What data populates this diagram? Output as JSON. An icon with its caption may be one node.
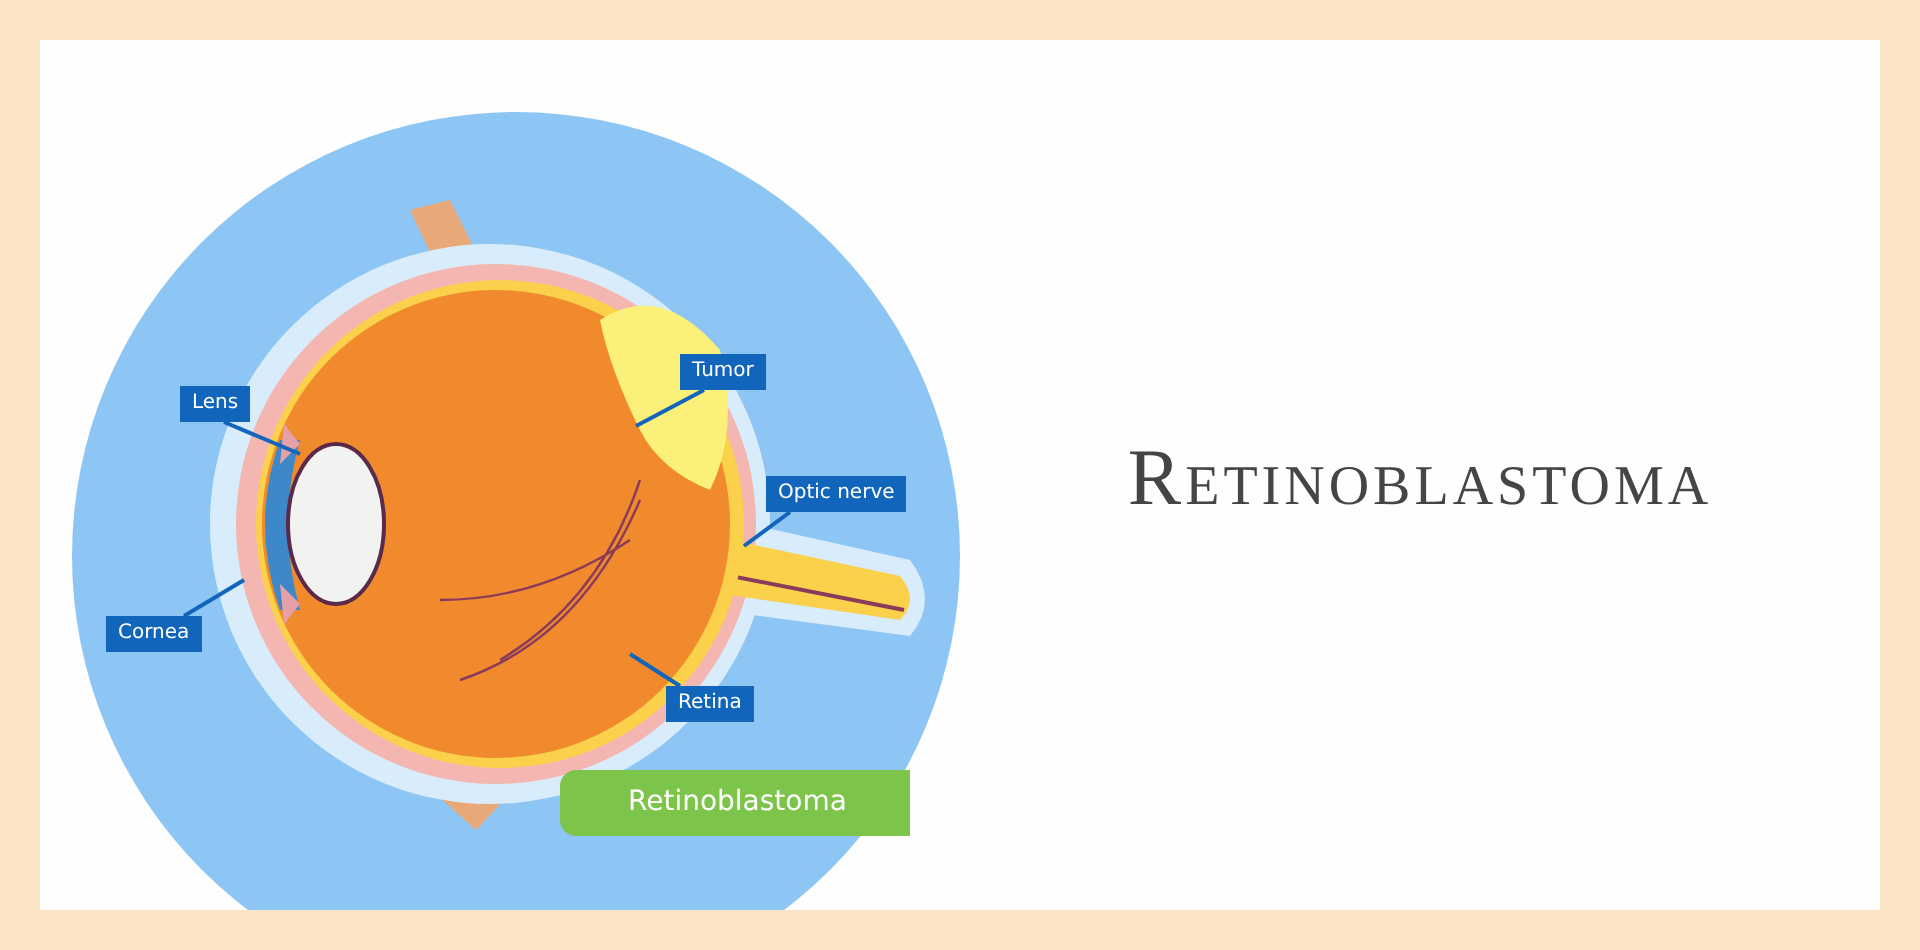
{
  "diagram": {
    "title": "Retinoblastoma",
    "nodes": [
      {
        "text": [
          "Lens"
        ]
      },
      {
        "text": [
          "Tumor"
        ]
      },
      {
        "text": [
          "Optic nerve"
        ]
      },
      {
        "text": [
          "Cornea"
        ]
      },
      {
        "text": [
          "Retina"
        ]
      },
      {
        "text": [
          "Retinoblastoma"
        ]
      }
    ],
    "edges": [
      {
        "from": 0,
        "to": null,
        "arrow": "none"
      },
      {
        "from": 1,
        "to": null,
        "arrow": "none"
      },
      {
        "from": 2,
        "to": null,
        "arrow": "none"
      },
      {
        "from": 3,
        "to": null,
        "arrow": "none"
      },
      {
        "from": 4,
        "to": null,
        "arrow": "none"
      }
    ]
  }
}
